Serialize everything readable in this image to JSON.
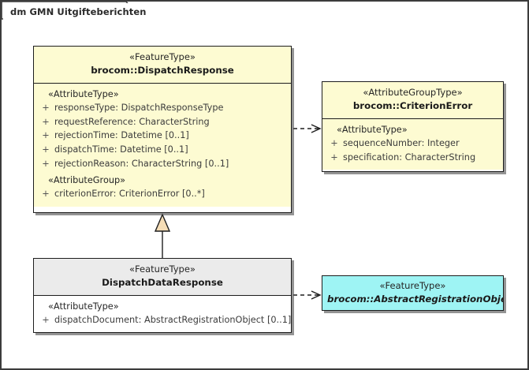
{
  "diagram": {
    "title": "dm GMN Uitgifteberichten",
    "colors": {
      "feature_type_fill": "#fdfbd2",
      "attribute_group_type_fill": "#fdfbd2",
      "subclass_head_fill": "#ebebeb",
      "subclass_body_fill": "#ffffff",
      "external_class_fill": "#9ef4f4",
      "border": "#1d1d1d",
      "generalization_fill": "#f5ddb6"
    }
  },
  "classes": {
    "dispatch_response": {
      "stereotype": "«FeatureType»",
      "name": "brocom::DispatchResponse",
      "groups": [
        {
          "label": "«AttributeType»",
          "attributes": [
            {
              "visibility": "+",
              "text": "responseType: DispatchResponseType"
            },
            {
              "visibility": "+",
              "text": "requestReference: CharacterString"
            },
            {
              "visibility": "+",
              "text": "rejectionTime: Datetime [0..1]"
            },
            {
              "visibility": "+",
              "text": "dispatchTime: Datetime [0..1]"
            },
            {
              "visibility": "+",
              "text": "rejectionReason: CharacterString [0..1]"
            }
          ]
        },
        {
          "label": "«AttributeGroup»",
          "attributes": [
            {
              "visibility": "+",
              "text": "criterionError: CriterionError [0..*]"
            }
          ]
        }
      ]
    },
    "criterion_error": {
      "stereotype": "«AttributeGroupType»",
      "name": "brocom::CriterionError",
      "groups": [
        {
          "label": "«AttributeType»",
          "attributes": [
            {
              "visibility": "+",
              "text": "sequenceNumber: Integer"
            },
            {
              "visibility": "+",
              "text": "specification: CharacterString"
            }
          ]
        }
      ]
    },
    "dispatch_data_response": {
      "stereotype": "«FeatureType»",
      "name": "DispatchDataResponse",
      "groups": [
        {
          "label": "«AttributeType»",
          "attributes": [
            {
              "visibility": "+",
              "text": "dispatchDocument: AbstractRegistrationObject [0..1]"
            }
          ]
        }
      ]
    },
    "abstract_registration_object": {
      "stereotype": "«FeatureType»",
      "name": "brocom::AbstractRegistrationObject"
    }
  },
  "connectors": [
    {
      "name": "dependency-dispatchresponse-to-criterionerror",
      "type": "dependency",
      "from": "dispatch_response",
      "to": "criterion_error"
    },
    {
      "name": "generalization-dispatchdataresponse-to-dispatchresponse",
      "type": "generalization",
      "from": "dispatch_data_response",
      "to": "dispatch_response"
    },
    {
      "name": "dependency-dispatchdataresponse-to-abstractregistrationobject",
      "type": "dependency",
      "from": "dispatch_data_response",
      "to": "abstract_registration_object"
    }
  ]
}
